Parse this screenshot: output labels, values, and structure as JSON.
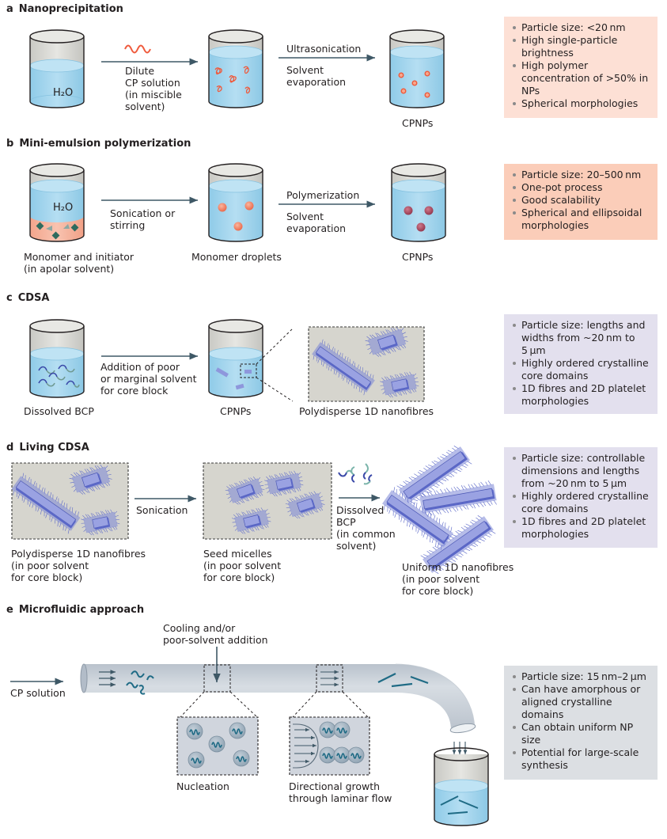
{
  "colors": {
    "panel_a_box": "#fde0d5",
    "panel_b_box": "#fbcdb9",
    "panel_cd_box": "#e3e0ee",
    "panel_e_box": "#dcdfe3",
    "liquid": "#a9d7ef",
    "arrow": "#3e5866",
    "polymer_red": "#ef5a3c",
    "fibre_blue": "#5b68c8",
    "teal": "#1f6b85",
    "droplet_maroon": "#a8485d"
  },
  "panels": {
    "a": {
      "letter": "a",
      "title": "Nanoprecipitation",
      "beaker1_label": "H₂O",
      "step1_text": "Dilute\nCP solution\n(in miscible\nsolvent)",
      "step2_above": "Ultrasonication",
      "step2_below": "Solvent\nevaporation",
      "product_label": "CPNPs",
      "bullets": [
        "Particle size: <20 nm",
        "High single-particle brightness",
        "High polymer concentration of >50% in NPs",
        "Spherical morphologies"
      ]
    },
    "b": {
      "letter": "b",
      "title": "Mini-emulsion polymerization",
      "beaker1_label": "H₂O",
      "beaker1_caption": "Monomer and initiator\n(in apolar solvent)",
      "step1_text": "Sonication or\nstirring",
      "beaker2_caption": "Monomer droplets",
      "step2_above": "Polymerization",
      "step2_below": "Solvent\nevaporation",
      "product_label": "CPNPs",
      "bullets": [
        "Particle size: 20–500 nm",
        "One-pot process",
        "Good scalability",
        "Spherical and ellipsoidal morphologies"
      ]
    },
    "c": {
      "letter": "c",
      "title": "CDSA",
      "beaker1_caption": "Dissolved BCP",
      "step1_text": "Addition of poor\nor marginal solvent\nfor core block",
      "beaker2_caption": "CPNPs",
      "zoom_caption": "Polydisperse 1D nanofibres",
      "bullets": [
        "Particle size: lengths and widths from ~20 nm to 5 µm",
        "Highly ordered crystalline core domains",
        "1D fibres and 2D platelet morphologies"
      ]
    },
    "d": {
      "letter": "d",
      "title": "Living CDSA",
      "box1_caption": "Polydisperse 1D nanofibres\n(in poor solvent\nfor core block)",
      "step1_text": "Sonication",
      "box2_caption": "Seed micelles\n(in poor solvent\nfor core block)",
      "step2_text": "Dissolved\nBCP\n(in common\nsolvent)",
      "product_caption": "Uniform 1D nanofibres\n(in poor solvent\nfor core block)",
      "bullets": [
        "Particle size: controllable dimensions and lengths from ~20 nm to 5 µm",
        "Highly ordered crystalline core domains",
        "1D fibres and 2D platelet morphologies"
      ]
    },
    "e": {
      "letter": "e",
      "title": "Microfluidic approach",
      "input_label": "CP solution",
      "cooling_label": "Cooling and/or\npoor-solvent addition",
      "nucleation_label": "Nucleation",
      "growth_label": "Directional growth\nthrough laminar flow",
      "bullets": [
        "Particle size: 15 nm–2 µm",
        "Can have amorphous or aligned crystalline domains",
        "Can obtain uniform NP size",
        "Potential for large-scale synthesis"
      ]
    }
  }
}
